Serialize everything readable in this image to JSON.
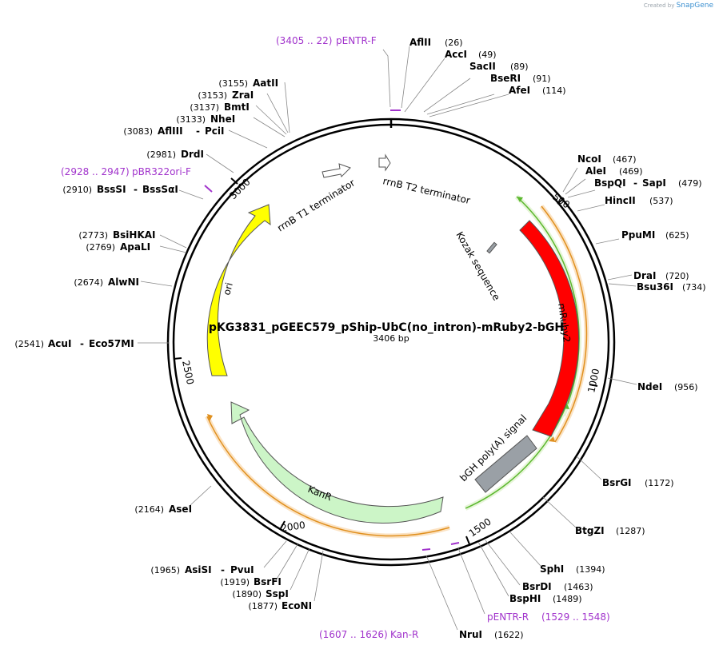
{
  "credit": {
    "prefix": "Created by",
    "brand": "SnapGene"
  },
  "plasmid": {
    "name": "pKG3831_pGEEC579_pShip-UbC(no_intron)-mRuby2-bGH",
    "length": 3406,
    "length_label": "3406 bp"
  },
  "ticks": [
    "500",
    "1000",
    "1500",
    "2000",
    "2500",
    "3000"
  ],
  "enzymes": [
    {
      "name": "AflII",
      "pos": "(26)"
    },
    {
      "name": "AccI",
      "pos": "(49)"
    },
    {
      "name": "SacII",
      "pos": "(89)"
    },
    {
      "name": "BseRI",
      "pos": "(91)"
    },
    {
      "name": "AfeI",
      "pos": "(114)"
    },
    {
      "name": "NcoI",
      "pos": "(467)"
    },
    {
      "name": "AleI",
      "pos": "(469)"
    },
    {
      "name": "BspQI",
      "name2": "SapI",
      "pos": "(479)"
    },
    {
      "name": "HincII",
      "pos": "(537)"
    },
    {
      "name": "PpuMI",
      "pos": "(625)"
    },
    {
      "name": "DraI",
      "pos": "(720)"
    },
    {
      "name": "Bsu36I",
      "pos": "(734)"
    },
    {
      "name": "NdeI",
      "pos": "(956)"
    },
    {
      "name": "BsrGI",
      "pos": "(1172)"
    },
    {
      "name": "BtgZI",
      "pos": "(1287)"
    },
    {
      "name": "SphI",
      "pos": "(1394)"
    },
    {
      "name": "BsrDI",
      "pos": "(1463)"
    },
    {
      "name": "BspHI",
      "pos": "(1489)"
    },
    {
      "name": "NruI",
      "pos": "(1622)"
    },
    {
      "name": "EcoNI",
      "pos": "(1877)"
    },
    {
      "name": "SspI",
      "pos": "(1890)"
    },
    {
      "name": "BsrFI",
      "pos": "(1919)"
    },
    {
      "name": "AsiSI",
      "name2": "PvuI",
      "pos": "(1965)"
    },
    {
      "name": "AseI",
      "pos": "(2164)"
    },
    {
      "name": "AcuI",
      "name2": "Eco57MI",
      "pos": "(2541)"
    },
    {
      "name": "AlwNI",
      "pos": "(2674)"
    },
    {
      "name": "ApaLI",
      "pos": "(2769)"
    },
    {
      "name": "BsiHKAI",
      "pos": "(2773)"
    },
    {
      "name": "BssSI",
      "name2": "BssSαI",
      "pos": "(2910)"
    },
    {
      "name": "DrdI",
      "pos": "(2981)"
    },
    {
      "name": "AflIII",
      "name2": "PciI",
      "pos": "(3083)"
    },
    {
      "name": "NheI",
      "pos": "(3133)"
    },
    {
      "name": "BmtI",
      "pos": "(3137)"
    },
    {
      "name": "ZraI",
      "pos": "(3153)"
    },
    {
      "name": "AatII",
      "pos": "(3155)"
    }
  ],
  "primers": [
    {
      "name": "pENTR-F",
      "range": "(3405 .. 22)"
    },
    {
      "name": "pBR322ori-F",
      "range": "(2928 .. 2947)"
    },
    {
      "name": "pENTR-R",
      "range": "(1529 .. 1548)"
    },
    {
      "name": "Kan-R",
      "range": "(1607 .. 1626)"
    }
  ],
  "features": [
    {
      "name": "mRuby2",
      "color": "#ff0000"
    },
    {
      "name": "bGH poly(A) signal",
      "color": "#9aa0a6"
    },
    {
      "name": "KanR",
      "color": "#ccf5c7"
    },
    {
      "name": "ori",
      "color": "#ffff00"
    },
    {
      "name": "rrnB T1 terminator",
      "color": "#ffffff"
    },
    {
      "name": "rrnB T2 terminator",
      "color": "#ffffff"
    },
    {
      "name": "Kozak sequence",
      "color": "#9aa0a6"
    }
  ],
  "colors": {
    "primer": "#a133cc",
    "orf_green": "#7fd24a",
    "orf_orange": "#f2b264",
    "backbone": "#000000"
  }
}
